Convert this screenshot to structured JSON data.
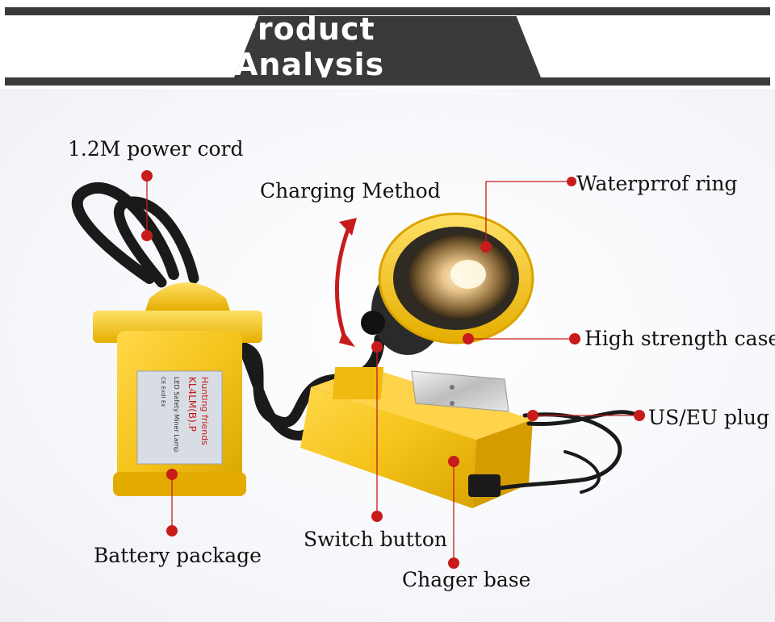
{
  "header": {
    "title": "Product Analysis"
  },
  "colors": {
    "band": "#3a3a3a",
    "accent": "#c81c1c",
    "lamp": "#f5c31a",
    "cord": "#1a1a1a"
  },
  "device_label": {
    "brand": "Hunting friends",
    "model": "KL4LM(B).P",
    "desc": "LED Safety Miner Lamp",
    "cert": "CE ExdI Ex"
  },
  "callouts": {
    "power_cord": "1.2M power cord",
    "charging_method": "Charging Method",
    "waterproof_ring": "Waterprrof ring",
    "high_strength_case": "High strength case",
    "us_eu_plug": "US/EU plug",
    "switch_button": "Switch button",
    "battery_package": "Battery package",
    "charger_base": "Chager base"
  }
}
